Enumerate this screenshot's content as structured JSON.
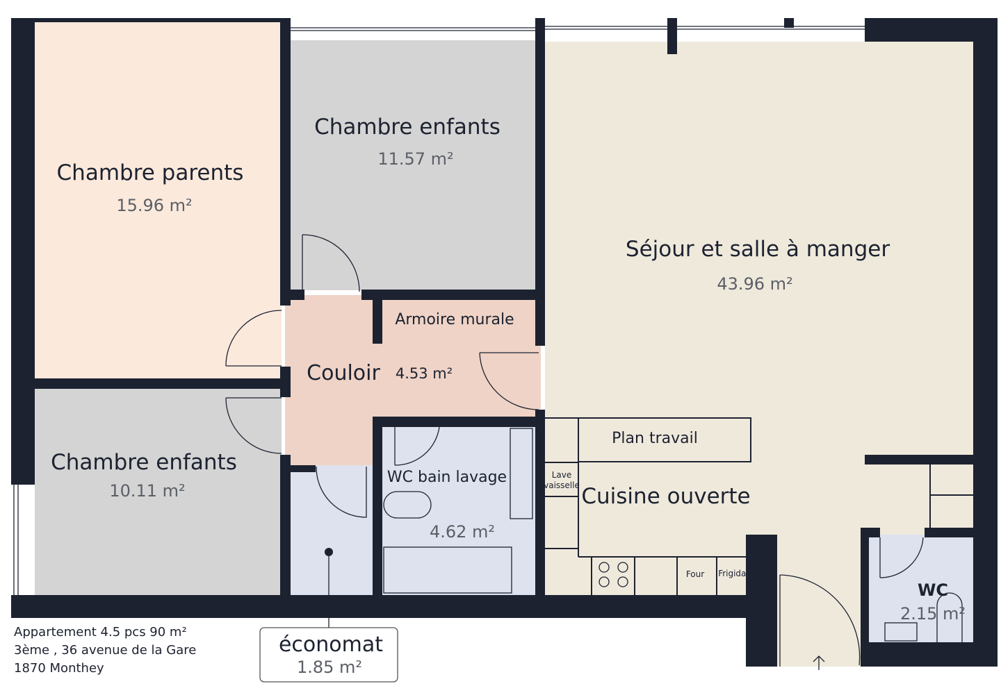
{
  "colors": {
    "wall": "#1c2230",
    "parents": "#fbe9dc",
    "grey_room": "#d4d4d4",
    "corridor": "#efd3c6",
    "living": "#efe9dc",
    "wet_room": "#dde2ee"
  },
  "rooms": {
    "chambre_parents": {
      "name": "Chambre parents",
      "area": "15.96 m²"
    },
    "chambre_enfants_1": {
      "name": "Chambre enfants",
      "area": "11.57 m²"
    },
    "chambre_enfants_2": {
      "name": "Chambre enfants",
      "area": "10.11 m²"
    },
    "armoire": {
      "name": "Armoire murale"
    },
    "couloir": {
      "name": "Couloir",
      "area": "4.53 m²"
    },
    "wc_bain": {
      "name": "WC bain lavage",
      "area": "4.62 m²"
    },
    "sejour": {
      "name": "Séjour et salle à manger",
      "area": "43.96 m²"
    },
    "plan_travail": {
      "name": "Plan travail"
    },
    "cuisine": {
      "name": "Cuisine ouverte"
    },
    "lave_vaisselle": {
      "line1": "Lave",
      "line2": "vaisselle"
    },
    "four": {
      "name": "Four"
    },
    "frigidaire": {
      "name": "Frigidaire"
    },
    "wc": {
      "name": "WC",
      "area": "2.15 m²"
    },
    "economat": {
      "name": "économat",
      "area": "1.85 m²"
    }
  },
  "info": {
    "line1": "Appartement 4.5 pcs 90 m²",
    "line2": "3ème , 36 avenue de la Gare",
    "line3": "1870 Monthey"
  }
}
